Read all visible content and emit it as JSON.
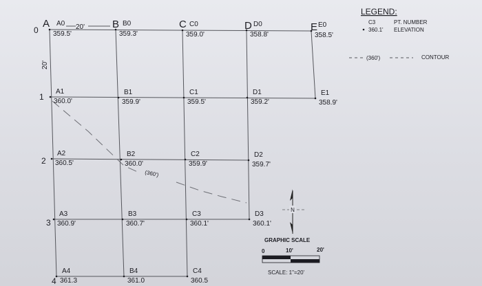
{
  "grid": {
    "spacing_label": "20'",
    "column_letters": [
      "A",
      "B",
      "C",
      "D",
      "E"
    ],
    "row_numbers": [
      "0",
      "1",
      "2",
      "3",
      "4"
    ]
  },
  "points": [
    {
      "id": "A0",
      "elev": "359.5'"
    },
    {
      "id": "B0",
      "elev": "359.3'"
    },
    {
      "id": "C0",
      "elev": "359.0'"
    },
    {
      "id": "D0",
      "elev": "358.8'"
    },
    {
      "id": "E0",
      "elev": "358.5'"
    },
    {
      "id": "A1",
      "elev": "360.0'"
    },
    {
      "id": "B1",
      "elev": "359.9'"
    },
    {
      "id": "C1",
      "elev": "359.5'"
    },
    {
      "id": "D1",
      "elev": "359.2'"
    },
    {
      "id": "E1",
      "elev": "358.9'"
    },
    {
      "id": "A2",
      "elev": "360.5'"
    },
    {
      "id": "B2",
      "elev": "360.0'"
    },
    {
      "id": "C2",
      "elev": "359.9'"
    },
    {
      "id": "D2",
      "elev": "359.7'"
    },
    {
      "id": "A3",
      "elev": "360.9'"
    },
    {
      "id": "B3",
      "elev": "360.7'"
    },
    {
      "id": "C3",
      "elev": "360.1'"
    },
    {
      "id": "D3",
      "elev": "360.1'"
    },
    {
      "id": "A4",
      "elev": "361.3"
    },
    {
      "id": "B4",
      "elev": "361.0"
    },
    {
      "id": "C4",
      "elev": "360.5"
    }
  ],
  "contour_label": "(360')",
  "legend": {
    "title": "LEGEND:",
    "pt_example": "C3",
    "pt_text": "PT. NUMBER",
    "elev_example": "360.1'",
    "elev_text": "ELEVATION",
    "contour_example": "(360')",
    "contour_text": "CONTOUR"
  },
  "north_label": "N",
  "scale": {
    "title": "GRAPHIC SCALE",
    "ticks": [
      "0",
      "10'",
      "20'"
    ],
    "text": "SCALE: 1\"=20'"
  }
}
